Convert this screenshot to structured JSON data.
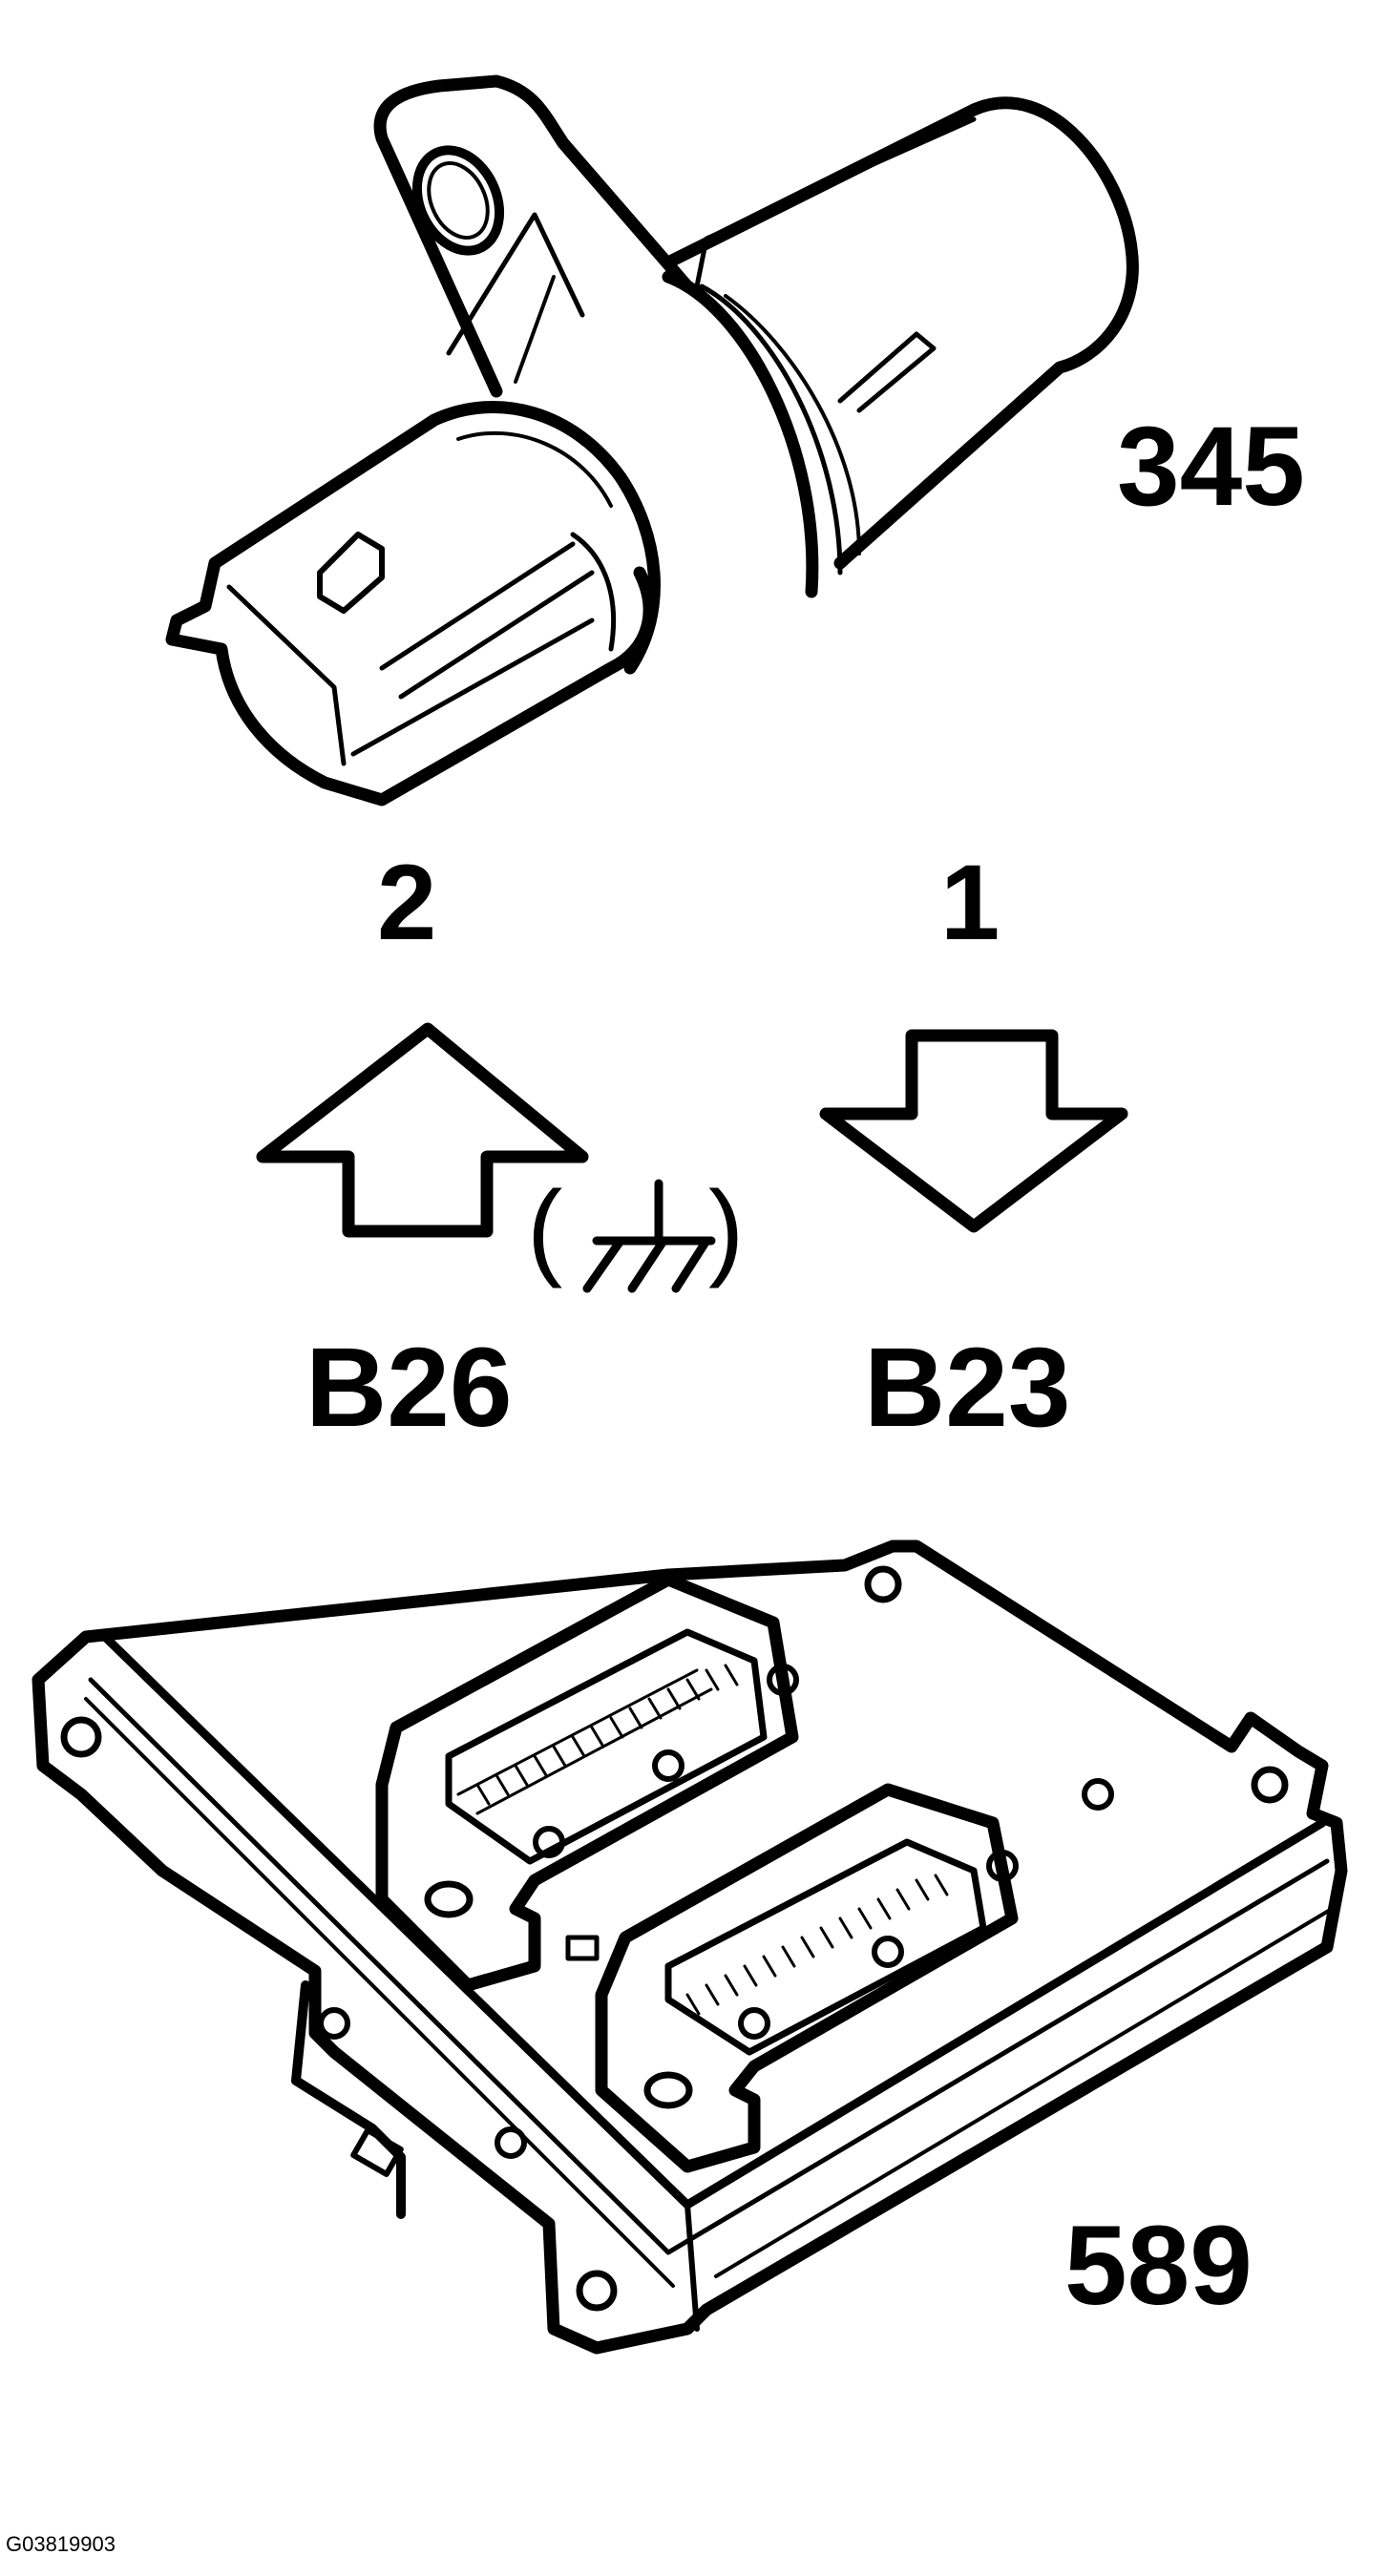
{
  "components": {
    "sensor": {
      "ref": "345"
    },
    "control_module": {
      "ref": "589"
    }
  },
  "pins": {
    "left": "2",
    "right": "1"
  },
  "terminals": {
    "left": "B26",
    "right": "B23"
  },
  "ground_symbol": {
    "icon": "chassis-ground-icon",
    "open": "(",
    "close": ")"
  },
  "figure_id": "G03819903",
  "colors": {
    "stroke": "#000000",
    "background": "#ffffff"
  }
}
